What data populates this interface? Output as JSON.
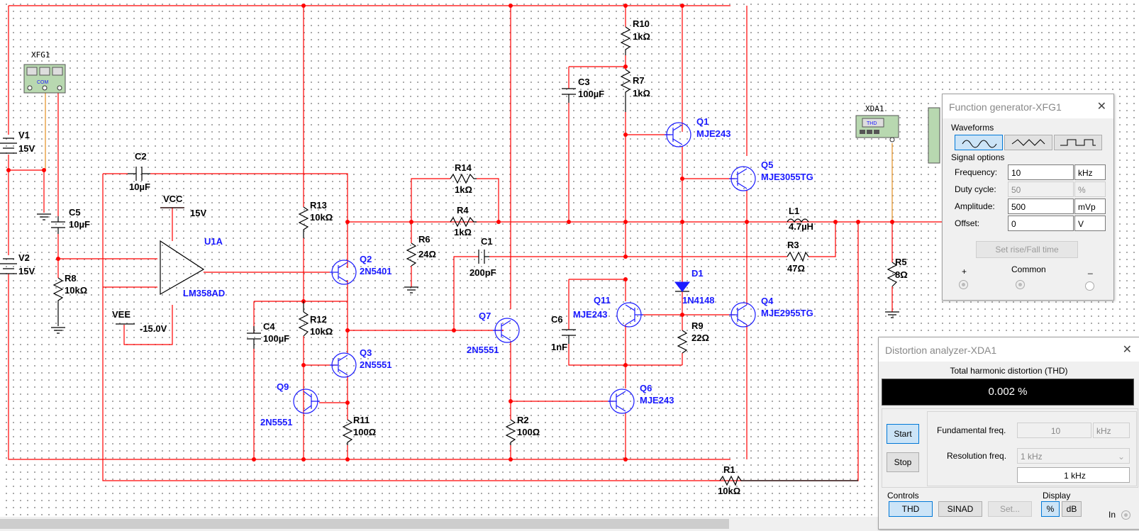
{
  "schematic": {
    "components": {
      "V1": [
        "V1",
        "15V"
      ],
      "V2": [
        "V2",
        "15V"
      ],
      "C2": [
        "C2",
        "10µF"
      ],
      "C5": [
        "C5",
        "10µF"
      ],
      "R8": [
        "R8",
        "10kΩ"
      ],
      "VCC": [
        "VCC",
        "15V"
      ],
      "VEE": [
        "VEE",
        "-15.0V"
      ],
      "U1A": [
        "U1A",
        "LM358AD"
      ],
      "R13": [
        "R13",
        "10kΩ"
      ],
      "R12": [
        "R12",
        "10kΩ"
      ],
      "C4": [
        "C4",
        "100µF"
      ],
      "R11": [
        "R11",
        "100Ω"
      ],
      "Q2": [
        "Q2",
        "2N5401"
      ],
      "Q3": [
        "Q3",
        "2N5551"
      ],
      "Q9": [
        "Q9",
        "2N5551"
      ],
      "R14": [
        "R14",
        "1kΩ"
      ],
      "R4": [
        "R4",
        "1kΩ"
      ],
      "R6": [
        "R6",
        "24Ω"
      ],
      "C1": [
        "C1",
        "200pF"
      ],
      "Q7": [
        "Q7",
        "2N5551"
      ],
      "R2": [
        "R2",
        "100Ω"
      ],
      "C3": [
        "C3",
        "100µF"
      ],
      "R10": [
        "R10",
        "1kΩ"
      ],
      "R7": [
        "R7",
        "1kΩ"
      ],
      "Q1": [
        "Q1",
        "MJE243"
      ],
      "Q5": [
        "Q5",
        "MJE3055TG"
      ],
      "D1": [
        "D1",
        "1N4148"
      ],
      "Q11": [
        "Q11",
        "MJE243"
      ],
      "C6": [
        "C6",
        "1nF"
      ],
      "R9": [
        "R9",
        "22Ω"
      ],
      "Q4": [
        "Q4",
        "MJE2955TG"
      ],
      "Q6": [
        "Q6",
        "MJE243"
      ],
      "L1": [
        "L1",
        "4.7µH"
      ],
      "R3": [
        "R3",
        "47Ω"
      ],
      "R5": [
        "R5",
        "8Ω"
      ],
      "R1": [
        "R1",
        "10kΩ"
      ]
    },
    "instruments": {
      "xfg1": "XFG1",
      "xfg1_com": "COM",
      "xda1": "XDA1",
      "xda1_thd": "THD"
    },
    "colors": {
      "wire": "#ff0000",
      "probe_wire": "#e8a040",
      "part": "#000000",
      "active_label": "#1a1aff"
    }
  },
  "function_generator": {
    "title": "Function generator-XFG1",
    "waveforms_label": "Waveforms",
    "waveforms": [
      "sine-wave-icon",
      "triangle-wave-icon",
      "square-wave-icon"
    ],
    "selected_waveform": 0,
    "signal_options_label": "Signal options",
    "fields": [
      {
        "label": "Frequency:",
        "value": "10",
        "unit": "kHz",
        "enabled": true
      },
      {
        "label": "Duty cycle:",
        "value": "50",
        "unit": "%",
        "enabled": false
      },
      {
        "label": "Amplitude:",
        "value": "500",
        "unit": "mVp",
        "enabled": true
      },
      {
        "label": "Offset:",
        "value": "0",
        "unit": "V",
        "enabled": true
      }
    ],
    "rise_fall_button": "Set rise/Fall time",
    "terminals": {
      "plus": "+",
      "common": "Common",
      "minus": "_"
    }
  },
  "distortion_analyzer": {
    "title": "Distortion analyzer-XDA1",
    "thd_label": "Total harmonic distortion (THD)",
    "thd_value": "0.002 %",
    "start": "Start",
    "stop": "Stop",
    "fundamental_label": "Fundamental freq.",
    "fundamental_value": "10",
    "fundamental_unit": "kHz",
    "resolution_label": "Resolution freq.",
    "resolution_value": "1 kHz",
    "resolution_display": "1 kHz",
    "controls_label": "Controls",
    "thd_btn": "THD",
    "sinad_btn": "SINAD",
    "set_btn": "Set...",
    "display_label": "Display",
    "percent_btn": "%",
    "db_btn": "dB",
    "in_label": "In"
  }
}
